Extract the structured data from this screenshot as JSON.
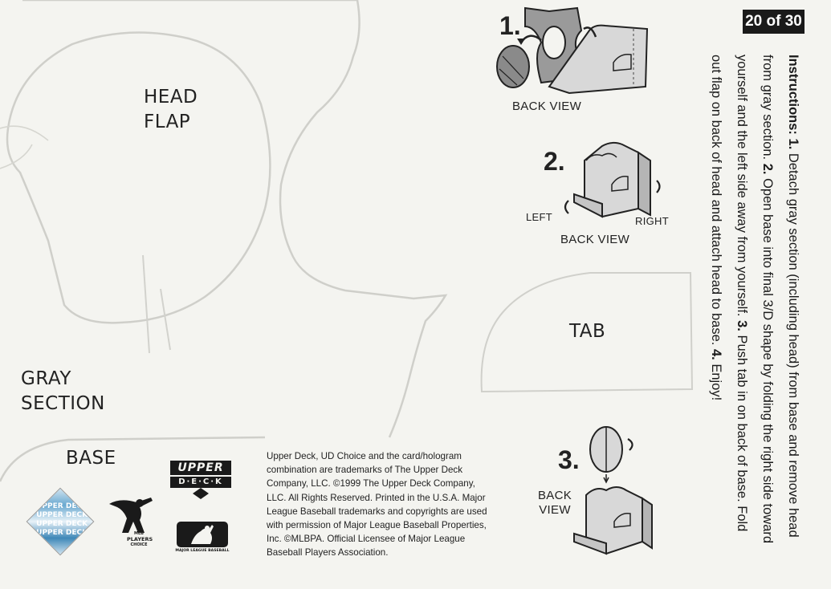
{
  "card_number": "20 of 30",
  "die_cut": {
    "head_flap": [
      "HEAD",
      "FLAP"
    ],
    "gray_section": [
      "GRAY",
      "SECTION"
    ],
    "tab": "TAB",
    "base": "BASE"
  },
  "steps": [
    {
      "number": "1.",
      "views": [
        "BACK VIEW"
      ]
    },
    {
      "number": "2.",
      "views": [
        "BACK VIEW"
      ],
      "left": "LEFT",
      "right": "RIGHT"
    },
    {
      "number": "3.",
      "views": [
        "BACK",
        "VIEW"
      ]
    }
  ],
  "instructions": {
    "heading": "Instructions:",
    "parts": [
      {
        "num": "1.",
        "text": "Detach gray section (including head) from base and remove head from gray section."
      },
      {
        "num": "2.",
        "text": "Open base into final 3/D shape by folding the right side toward yourself and the left side away from yourself."
      },
      {
        "num": "3.",
        "text": "Push tab in on back of base. Fold out flap on back of head and attach head to base."
      },
      {
        "num": "4.",
        "text": "Enjoy!"
      }
    ]
  },
  "legal_lines": [
    "Upper Deck, UD Choice and the card/hologram",
    "combination are trademarks of The Upper Deck",
    "Company, LLC. ©1999 The Upper Deck Company,",
    "LLC. All Rights Reserved. Printed in the U.S.A. Major",
    "League Baseball trademarks and copyrights are used",
    "with permission of Major League Baseball Properties,",
    "Inc. ©MLBPA. Official Licensee of Major League",
    "Baseball Players Association."
  ],
  "logos": {
    "upper_deck": [
      "UPPER",
      "D·E·C·K"
    ],
    "players_choice": [
      "MLB",
      "PLAYERS",
      "CHOICE"
    ],
    "mlb_caption": "MAJOR LEAGUE BASEBALL",
    "hologram_text": [
      "UPPER DECK",
      "UPPER DECK",
      "UPPER DECK",
      "UPPER DECK"
    ]
  },
  "colors": {
    "card": "#f4f4f0",
    "line": "#cfcfca",
    "gray_fill": "#9a9a9a",
    "light_fill": "#d8d8d8",
    "black_tag": "#1a1a1a"
  }
}
